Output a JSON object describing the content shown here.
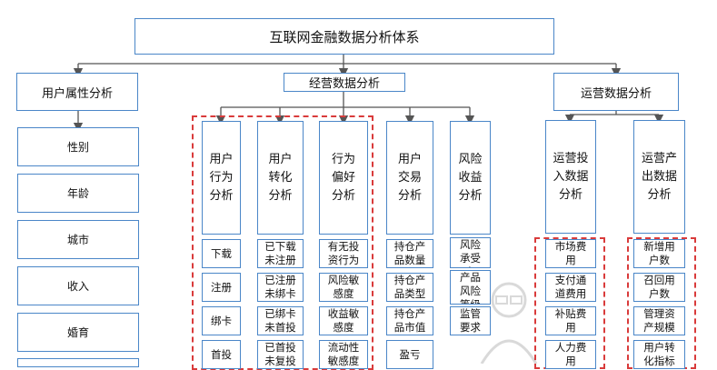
{
  "root": "互联网金融数据分析体系",
  "branches": {
    "user_attr": "用户属性分析",
    "business": "经营数据分析",
    "operation": "运营数据分析"
  },
  "user_attr_items": [
    "性别",
    "年龄",
    "城市",
    "收入",
    "婚育"
  ],
  "business_categories": [
    {
      "label": "用户\n行为\n分析",
      "items": [
        "下载",
        "注册",
        "绑卡",
        "首投"
      ]
    },
    {
      "label": "用户\n转化\n分析",
      "items": [
        "已下载\n未注册",
        "已注册\n未绑卡",
        "已绑卡\n未首投",
        "已首投\n未复投"
      ]
    },
    {
      "label": "行为\n偏好\n分析",
      "items": [
        "有无投\n资行为",
        "风险敏\n感度",
        "收益敏\n感度",
        "流动性\n敏感度"
      ]
    },
    {
      "label": "用户\n交易\n分析",
      "items": [
        "持仓产\n品数量",
        "持仓产\n品类型",
        "持仓产\n品市值",
        "盈亏"
      ]
    },
    {
      "label": "风险\n收益\n分析",
      "items": [
        "风险\n承受\n力",
        "产品\n风险\n等级",
        "监管\n要求"
      ]
    }
  ],
  "operation_categories": [
    {
      "label": "运营投\n入数据\n分析",
      "items": [
        "市场费\n用",
        "支付通\n道费用",
        "补贴费\n用",
        "人力费\n用"
      ]
    },
    {
      "label": "运营产\n出数据\n分析",
      "items": [
        "新增用\n户数",
        "召回用\n户数",
        "管理资\n产规模",
        "用户转\n化指标"
      ]
    }
  ],
  "colors": {
    "border": "#4a86c8",
    "dash": "#d93b3b",
    "line": "#555555"
  }
}
